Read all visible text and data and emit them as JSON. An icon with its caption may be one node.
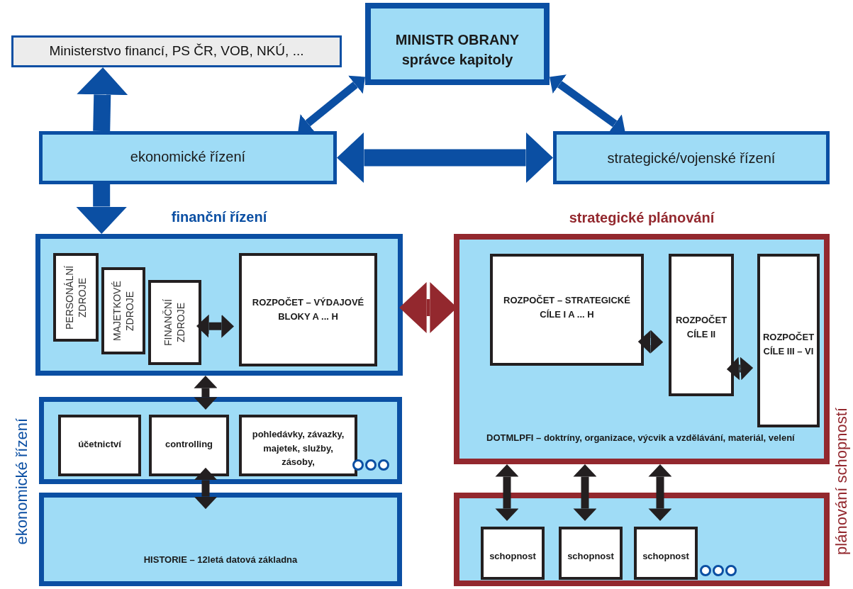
{
  "diagram": {
    "nodes": [
      {
        "text": [
          "Ministerstvo financí, PS ČR, VOB, NKÚ, ..."
        ]
      },
      {
        "text": [
          "MINISTR OBRANY",
          "správce kapitoly"
        ]
      },
      {
        "text": [
          "ekonomické řízení"
        ]
      },
      {
        "text": [
          "strategické/vojenské řízení"
        ]
      },
      {
        "text": [
          "finanční řízení"
        ]
      },
      {
        "text": [
          "PERSONÁLNÍ ZDROJE"
        ],
        "in": 4
      },
      {
        "text": [
          "MAJETKOVÉ ZDROJE"
        ],
        "in": 4
      },
      {
        "text": [
          "FINANČNÍ ZDROJE"
        ],
        "in": 4
      },
      {
        "text": [
          "ROZPOČET – VÝDAJOVÉ BLOKY A ... H"
        ],
        "in": 4
      },
      {
        "text": [],
        "shape": "box"
      },
      {
        "text": [
          "účetnictví"
        ],
        "in": 9
      },
      {
        "text": [
          "controlling"
        ],
        "in": 9
      },
      {
        "text": [
          "pohledávky, závazky, majetek, služby, zásoby,"
        ],
        "in": 9
      },
      {
        "text": [
          "HISTORIE – 12letá datová základna"
        ]
      },
      {
        "text": [
          "strategické plánování",
          "DOTMLPFI – doktríny, organizace, výcvik a vzdělávání, materiál, velení"
        ]
      },
      {
        "text": [
          "ROZPOČET – STRATEGICKÉ CÍLE I A ... H"
        ],
        "in": 14
      },
      {
        "text": [
          "ROZPOČET CÍLE II"
        ],
        "in": 14
      },
      {
        "text": [
          "ROZPOČET CÍLE III – VI"
        ],
        "in": 14
      },
      {
        "text": [],
        "shape": "box"
      },
      {
        "text": [
          "schopnost"
        ],
        "in": 18
      },
      {
        "text": [
          "schopnost"
        ],
        "in": 18
      },
      {
        "text": [
          "schopnost"
        ],
        "in": 18
      }
    ],
    "edges": [
      {
        "from": 2,
        "to": 0,
        "arrow": "to",
        "style": "thick",
        "color": "#0b4fa3"
      },
      {
        "from": 1,
        "to": 2,
        "arrow": "both",
        "color": "#0b4fa3"
      },
      {
        "from": 1,
        "to": 3,
        "arrow": "both",
        "color": "#0b4fa3"
      },
      {
        "from": 2,
        "to": 3,
        "arrow": "both",
        "style": "thick",
        "color": "#0b4fa3"
      },
      {
        "from": 2,
        "to": 4,
        "arrow": "to",
        "style": "thick",
        "color": "#0b4fa3"
      },
      {
        "from": 4,
        "to": 14,
        "arrow": "both",
        "style": "thick",
        "color": "#93282e"
      },
      {
        "from": 7,
        "to": 8,
        "arrow": "both"
      },
      {
        "from": 4,
        "to": 11,
        "arrow": "both"
      },
      {
        "from": 9,
        "to": 13,
        "arrow": "both"
      },
      {
        "from": 15,
        "to": 16,
        "arrow": "both"
      },
      {
        "from": 16,
        "to": 17,
        "arrow": "both"
      },
      {
        "from": 14,
        "to": 19,
        "arrow": "both"
      },
      {
        "from": 14,
        "to": 20,
        "arrow": "both"
      },
      {
        "from": 14,
        "to": 21,
        "arrow": "both"
      }
    ],
    "labels": [
      "ekonomické řízení",
      "plánování schopností"
    ]
  }
}
